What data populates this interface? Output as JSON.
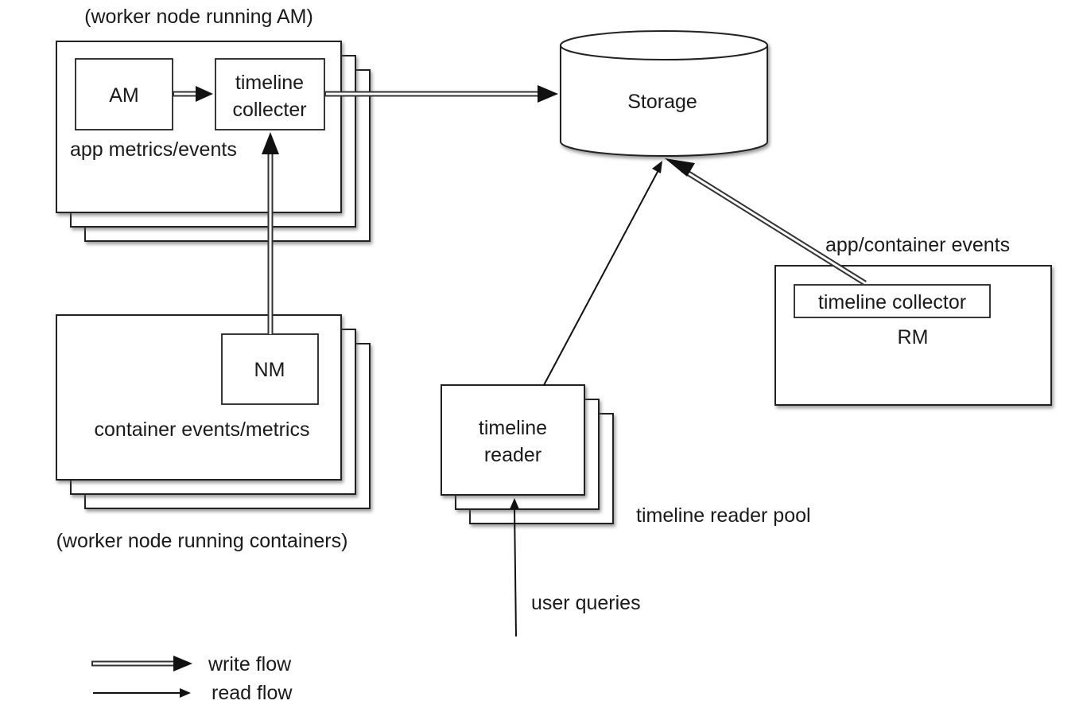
{
  "title_am_node": "(worker node running AM)",
  "title_container_node": "(worker node running containers)",
  "am": "AM",
  "timeline_collecter_line1": "timeline",
  "timeline_collecter_line2": "collecter",
  "app_metrics": "app metrics/events",
  "nm": "NM",
  "container_events": "container events/metrics",
  "storage": "Storage",
  "timeline_reader_line1": "timeline",
  "timeline_reader_line2": "reader",
  "reader_pool": "timeline reader pool",
  "user_queries": "user queries",
  "app_container_events": "app/container events",
  "rm_collector": "timeline collector",
  "rm": "RM",
  "legend": {
    "write_flow": "write flow",
    "read_flow": "read flow"
  },
  "colors": {
    "stroke": "#222222",
    "shadow": "#555555",
    "background": "#ffffff"
  }
}
